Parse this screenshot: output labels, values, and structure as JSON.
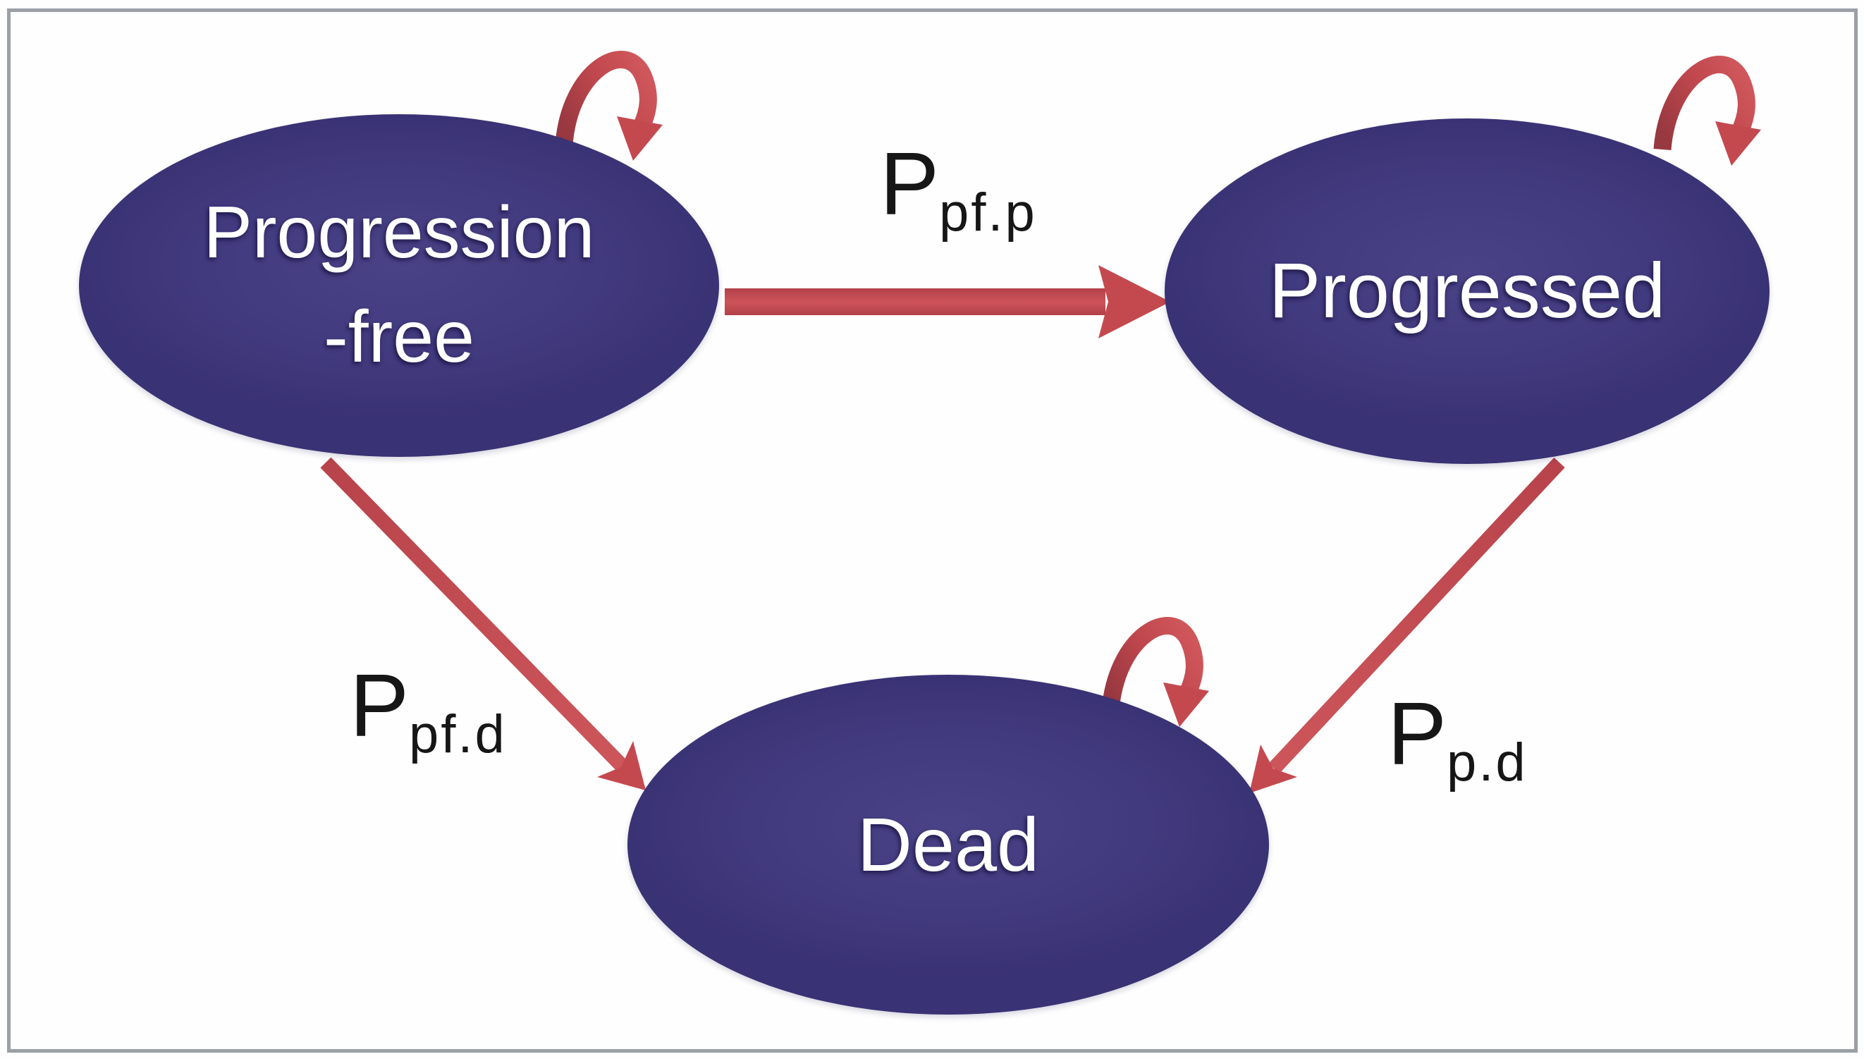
{
  "diagram": {
    "type": "markov-state-transition",
    "states": [
      {
        "id": "progression_free",
        "label_line1": "Progression",
        "label_line2": "-free",
        "has_self_loop": true
      },
      {
        "id": "progressed",
        "label": "Progressed",
        "has_self_loop": true
      },
      {
        "id": "dead",
        "label": "Dead",
        "has_self_loop": true
      }
    ],
    "transitions": [
      {
        "from": "progression_free",
        "to": "progressed",
        "label_main": "P",
        "label_sub": "pf.p"
      },
      {
        "from": "progression_free",
        "to": "dead",
        "label_main": "P",
        "label_sub": "pf.d"
      },
      {
        "from": "progressed",
        "to": "dead",
        "label_main": "P",
        "label_sub": "p.d"
      }
    ],
    "colors": {
      "state_fill": "#413a7e",
      "state_text": "#ffffff",
      "arrow_red": "#c4494f",
      "arrow_red_dark": "#983840",
      "arrow_red_light": "#cf575b",
      "label_text": "#161616",
      "border": "#9ba0a7",
      "background": "#fefefe"
    }
  }
}
